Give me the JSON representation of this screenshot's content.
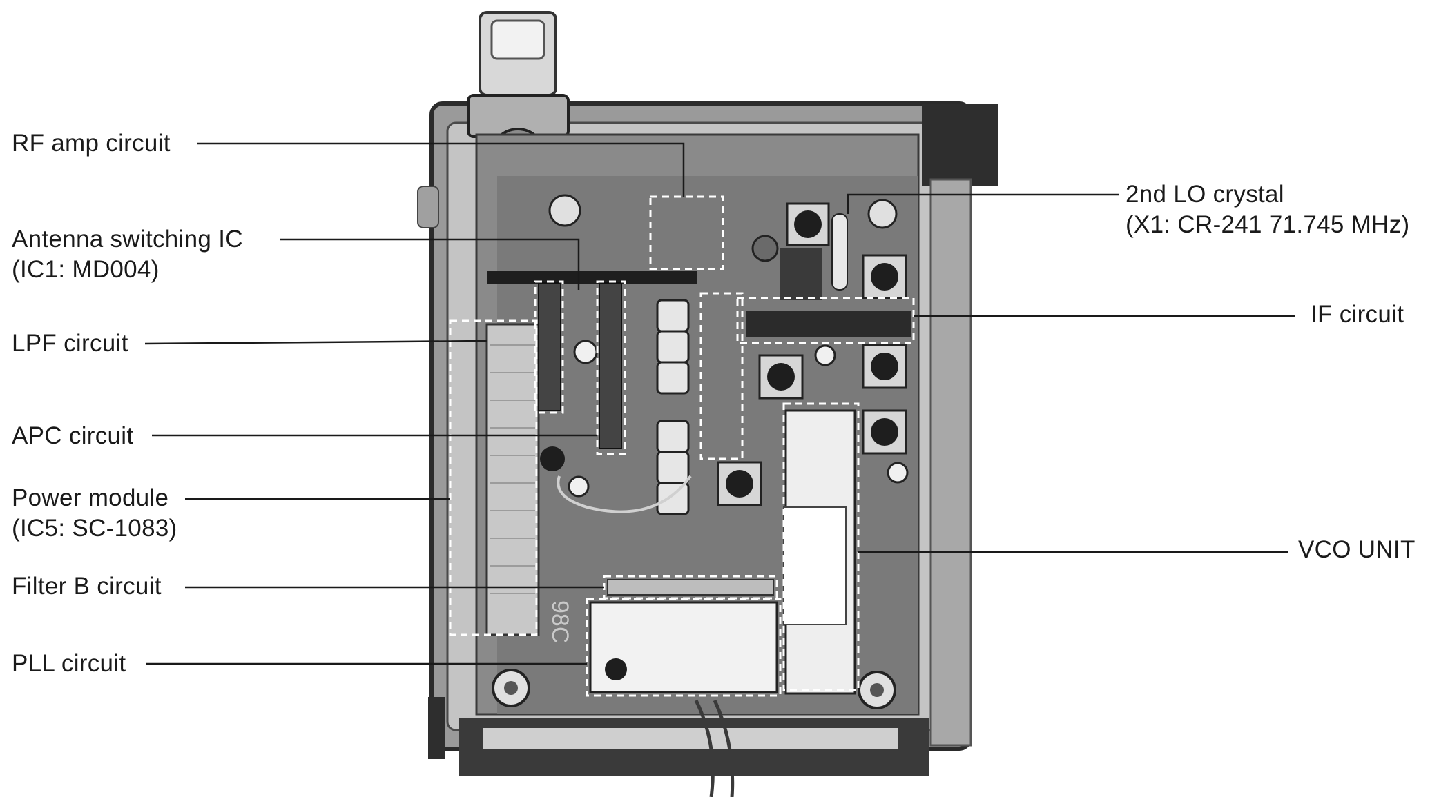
{
  "labels_left": [
    {
      "id": "rf-amp",
      "lines": [
        "RF amp circuit"
      ]
    },
    {
      "id": "antenna-switching-ic",
      "lines": [
        "Antenna switching IC",
        "(IC1: MD004)"
      ]
    },
    {
      "id": "lpf",
      "lines": [
        "LPF circuit"
      ]
    },
    {
      "id": "apc",
      "lines": [
        "APC circuit"
      ]
    },
    {
      "id": "power-module",
      "lines": [
        "Power module",
        "(IC5: SC-1083)"
      ]
    },
    {
      "id": "filter-b",
      "lines": [
        "Filter B circuit"
      ]
    },
    {
      "id": "pll",
      "lines": [
        "PLL circuit"
      ]
    }
  ],
  "labels_right": [
    {
      "id": "2nd-lo-crystal",
      "lines": [
        "2nd LO crystal",
        "(X1: CR-241  71.745 MHz)"
      ]
    },
    {
      "id": "if",
      "lines": [
        "IF circuit"
      ]
    },
    {
      "id": "vco-unit",
      "lines": [
        "VCO UNIT"
      ]
    }
  ],
  "board_marking": "98C",
  "colors": {
    "ink": "#1a1a1a",
    "board": "#8a8a8a",
    "chassis": "#b5b5b5",
    "dark": "#2b2b2b"
  }
}
